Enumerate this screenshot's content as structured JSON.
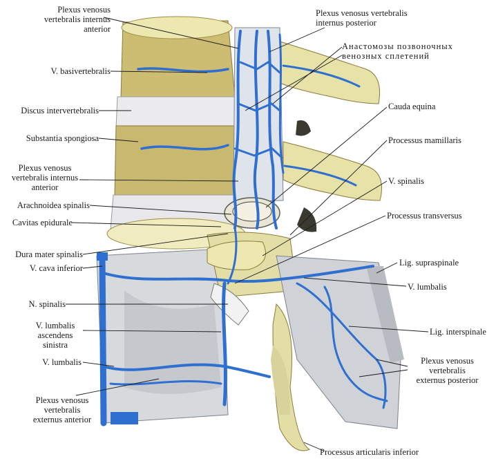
{
  "colors": {
    "vein": "#2f6fd0",
    "bone": "#e6e2a8",
    "disc": "#e8e8ea",
    "spongy": "#c9b870",
    "ligament": "#cfd2d6"
  },
  "labels": {
    "pvia_top": "Plexus venosus\nvertebralis internus\nanterior",
    "v_basivertebralis": "V. basivertebralis",
    "discus": "Discus intervertebralis",
    "substantia": "Substantia spongiosa",
    "pvia_mid": "Plexus venosus\nvertebralis internus\nanterior",
    "arachnoidea": "Arachnoidea spinalis",
    "cavitas": "Cavitas epidurale",
    "dura": "Dura mater spinalis",
    "v_cava": "V. cava inferior",
    "n_spinalis": "N. spinalis",
    "v_lumbalis_asc": "V. lumbalis\nascendens\nsinistra",
    "v_lumbalis_left": "V. lumbalis",
    "pvea": "Plexus venosus\nvertebralis\nexternus anterior",
    "pvip": "Plexus venosus vertebralis\ninternus posterior",
    "anastomoses": "Анастомозы позвоночных\nвенозных сплетений",
    "cauda": "Cauda equina",
    "mamillaris": "Processus mamillaris",
    "v_spinalis": "V. spinalis",
    "transversus": "Processus transversus",
    "lig_supra": "Lig. supraspinale",
    "v_lumbalis_right": "V. lumbalis",
    "lig_inter": "Lig. interspinale",
    "pvep": "Plexus venosus\nvertebralis\nexternus posterior",
    "articularis": "Processus articularis inferior"
  }
}
